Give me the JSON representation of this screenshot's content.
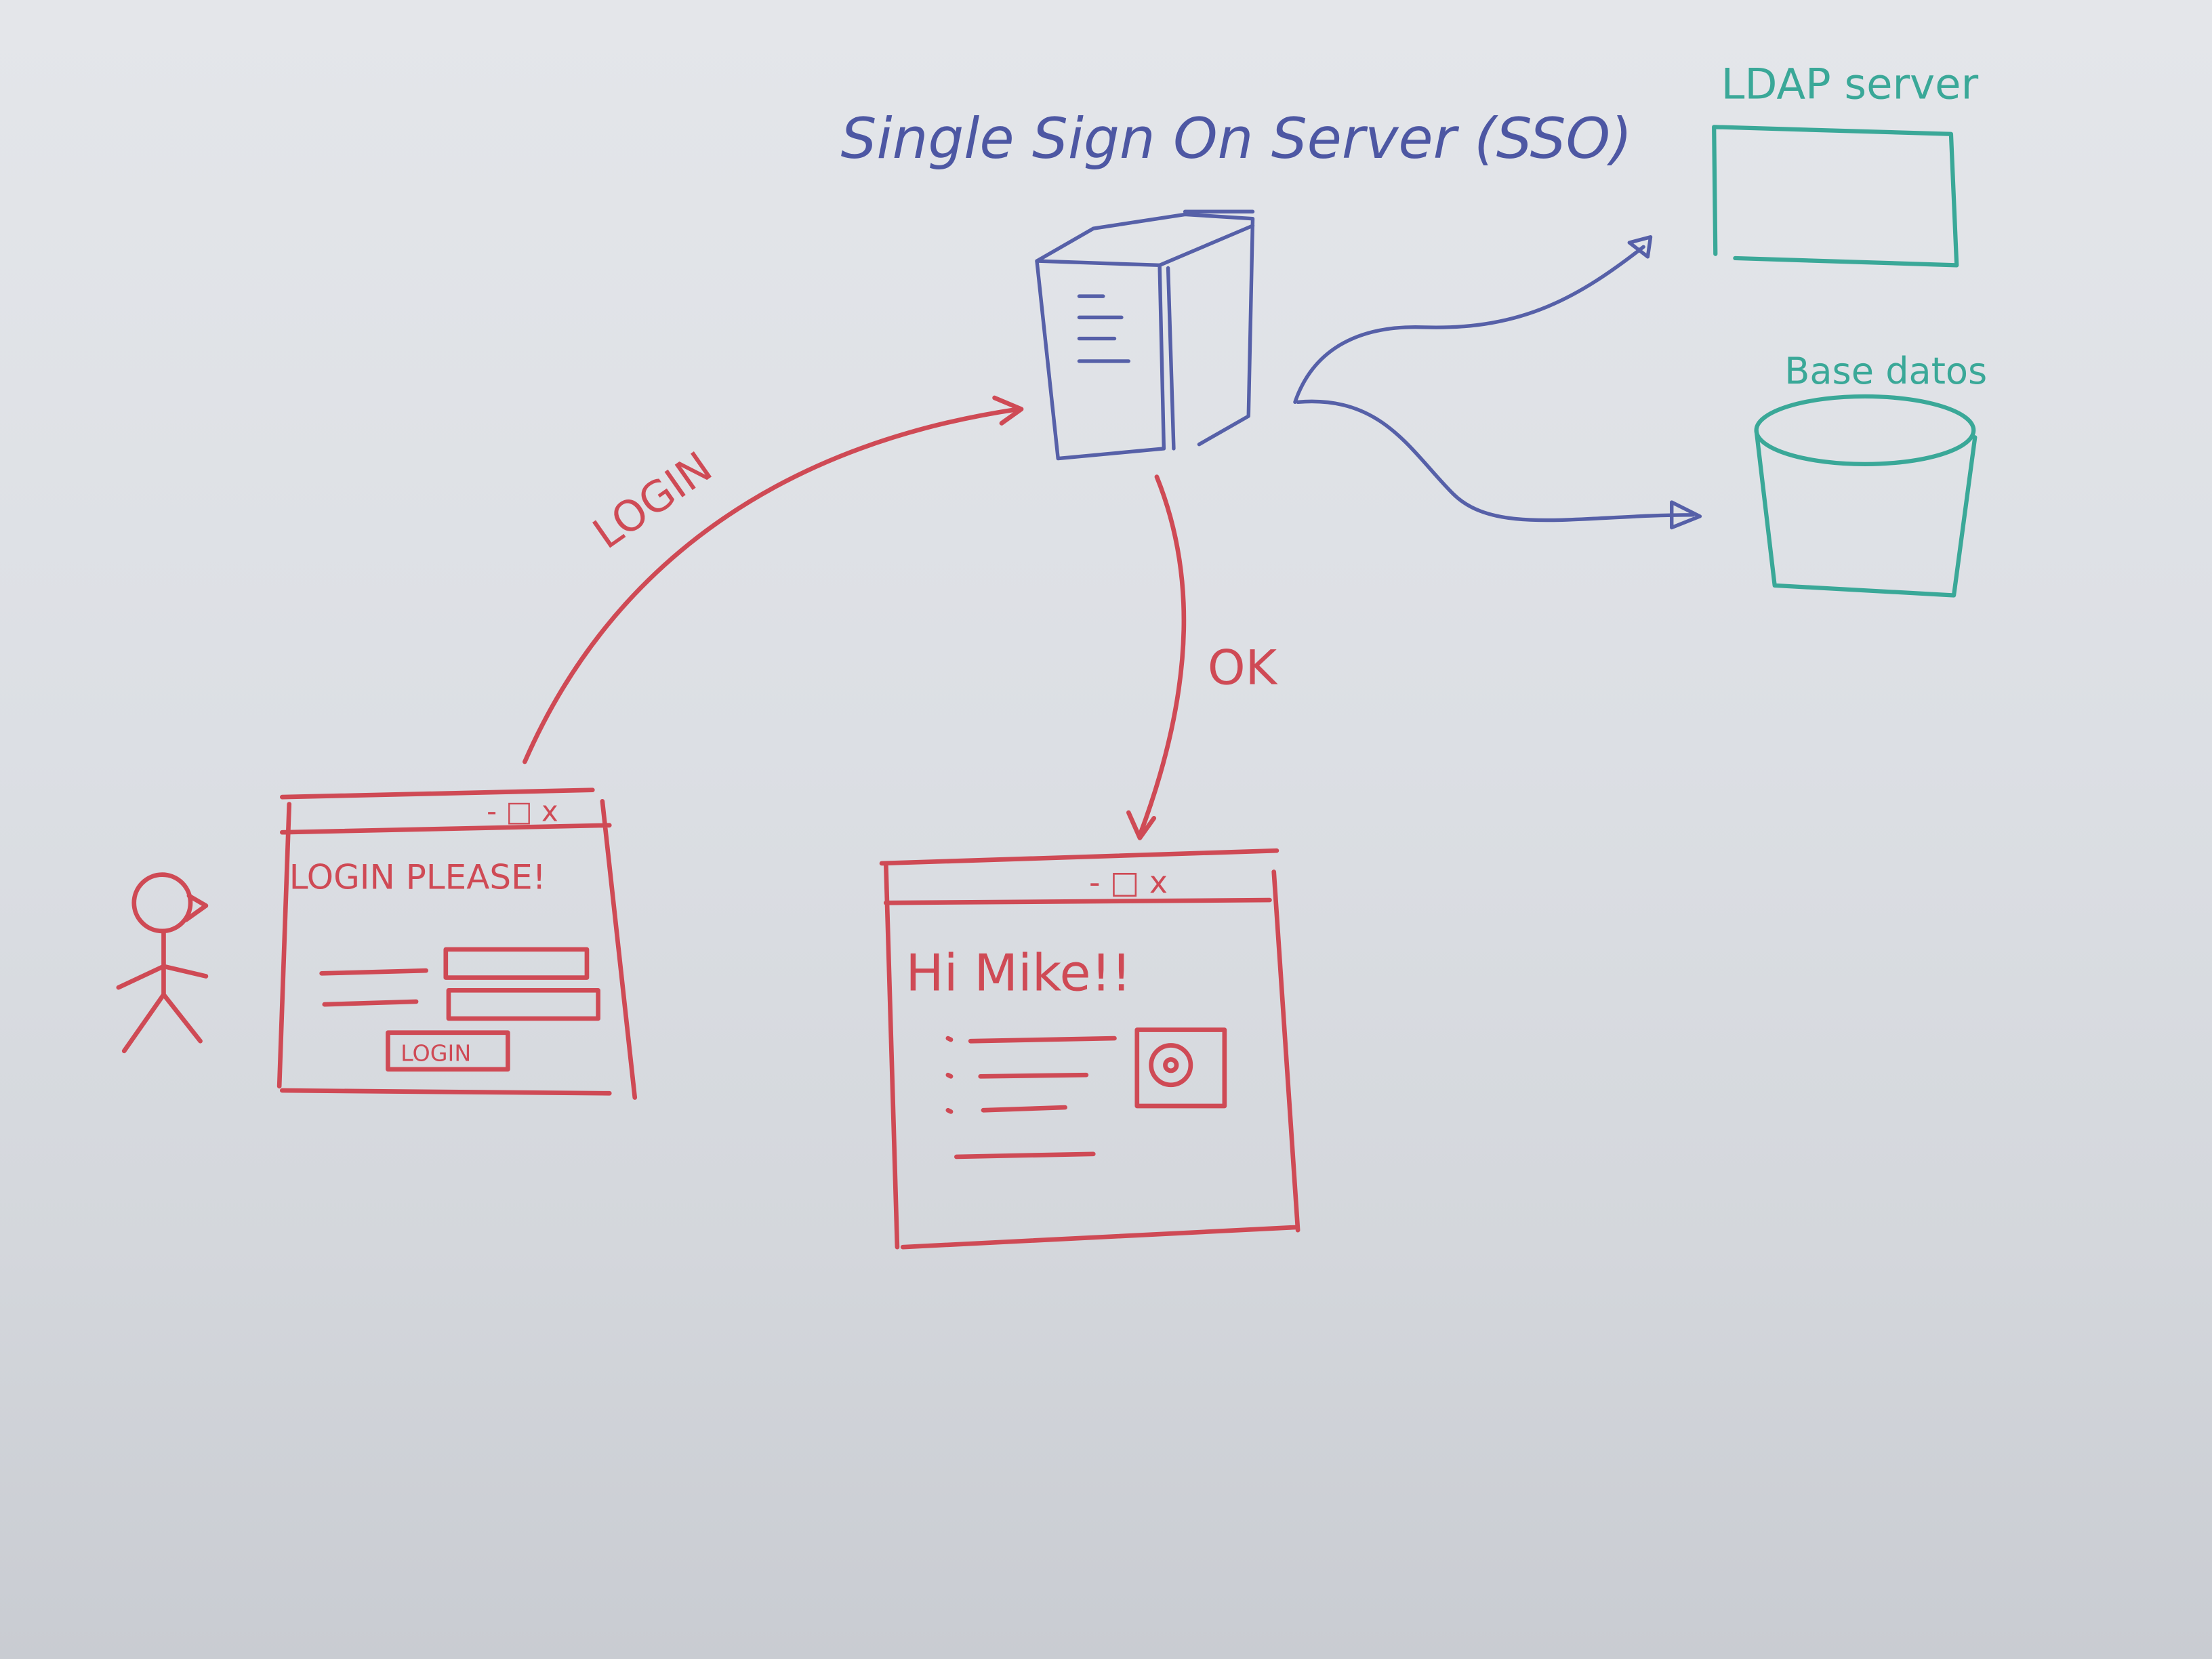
{
  "title": "Single Sign On Server (SSO)",
  "ldap": {
    "label": "LDAP server"
  },
  "database": {
    "label": "Base datos"
  },
  "arrows": {
    "login_label": "LOGIN",
    "ok_label": "OK"
  },
  "login_window": {
    "controls": "- □ x",
    "heading": "LOGIN PLEASE!",
    "button_label": "LOGIN"
  },
  "welcome_window": {
    "controls": "- □ x",
    "greeting": "Hi Mike!!"
  },
  "colors": {
    "red": "#cf4a55",
    "blue": "#5660a8",
    "teal": "#3aa898",
    "board": "#e0e2e6"
  }
}
